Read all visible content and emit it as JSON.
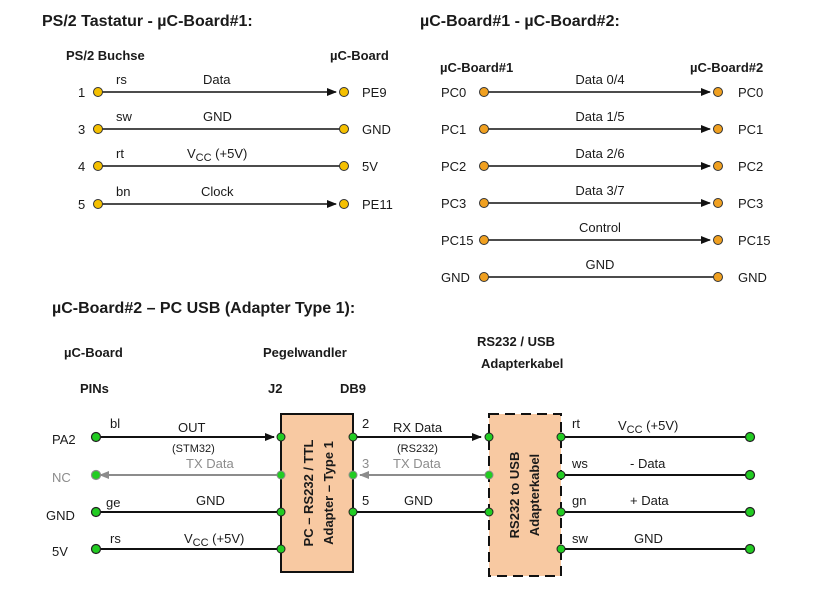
{
  "colors": {
    "wire": "#111111",
    "grey_wire": "#8c8c8c",
    "pin_yellow": "#f5c000",
    "pin_orange": "#f0a020",
    "pin_green": "#22cc22",
    "box_fill": "#f8c9a2"
  },
  "ps2": {
    "title": "PS/2 Tastatur - µC-Board#1:",
    "left_header": "PS/2 Buchse",
    "right_header": "µC-Board",
    "rows": [
      {
        "num": "1",
        "color": "rs",
        "signal": "Data",
        "target": "PE9"
      },
      {
        "num": "3",
        "color": "sw",
        "signal": "GND",
        "target": "GND"
      },
      {
        "num": "4",
        "color": "rt",
        "signal": "V",
        "signal_sub": "CC",
        "signal_rest": " (+5V)",
        "target": "5V"
      },
      {
        "num": "5",
        "color": "bn",
        "signal": "Clock",
        "target": "PE11"
      }
    ]
  },
  "bb": {
    "title": "µC-Board#1 - µC-Board#2:",
    "left_header": "µC-Board#1",
    "right_header": "µC-Board#2",
    "rows": [
      {
        "left": "PC0",
        "signal": "Data 0/4",
        "right": "PC0"
      },
      {
        "left": "PC1",
        "signal": "Data 1/5",
        "right": "PC1"
      },
      {
        "left": "PC2",
        "signal": "Data 2/6",
        "right": "PC2"
      },
      {
        "left": "PC3",
        "signal": "Data 3/7",
        "right": "PC3"
      },
      {
        "left": "PC15",
        "signal": "Control",
        "right": "PC15"
      },
      {
        "left": "GND",
        "signal": "GND",
        "right": "GND"
      }
    ]
  },
  "usb": {
    "title": "µC-Board#2 – PC USB (Adapter Type 1):",
    "col_uc": "µC-Board",
    "col_pins": "PINs",
    "col_level": "Pegelwandler",
    "col_j2": "J2",
    "col_db9": "DB9",
    "col_cable_1": "RS232 / USB",
    "col_cable_2": "Adapterkabel",
    "box1_line1": "PC – RS232 / TTL",
    "box1_line2": "Adapter – Type 1",
    "box2_line1": "RS232 to USB",
    "box2_line2": "Adapterkabel",
    "left_pins": [
      "PA2",
      "NC",
      "GND",
      "5V"
    ],
    "wire_colors": [
      "bl",
      "ge",
      "rs"
    ],
    "out_label": "OUT",
    "out_sub": "(STM32)",
    "tx_label": "TX Data",
    "gnd_label": "GND",
    "vcc_v": "V",
    "vcc_sub": "CC",
    "vcc_rest": " (+5V)",
    "db9_pins": [
      "2",
      "3",
      "5"
    ],
    "rx_label": "RX Data",
    "rx_sub": "(RS232)",
    "tx2_label": "TX Data",
    "gnd2_label": "GND",
    "right_colors": [
      "rt",
      "ws",
      "gn",
      "sw"
    ],
    "right_signals": [
      "- Data",
      "+ Data",
      "GND"
    ]
  }
}
